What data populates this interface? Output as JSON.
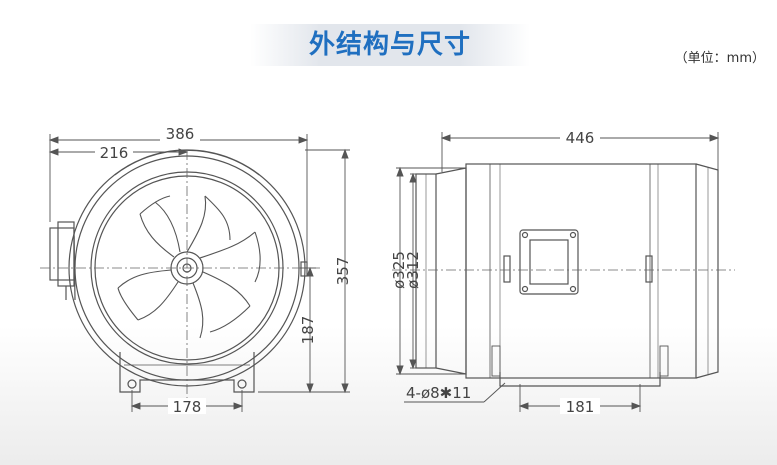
{
  "header": {
    "title": "外结构与尺寸",
    "unit_note": "（单位：mm）"
  },
  "front_view": {
    "dim_width_total": "386",
    "dim_width_partial": "216",
    "dim_height_total": "357",
    "dim_height_center": "187",
    "dim_base_width": "178"
  },
  "side_view": {
    "dim_length": "446",
    "dim_outer_diameter": "ø325",
    "dim_inner_diameter": "ø312",
    "dim_holes": "4-ø8✱11",
    "dim_base_width": "181"
  },
  "colors": {
    "title": "#1f6fc0",
    "line": "#555555"
  }
}
